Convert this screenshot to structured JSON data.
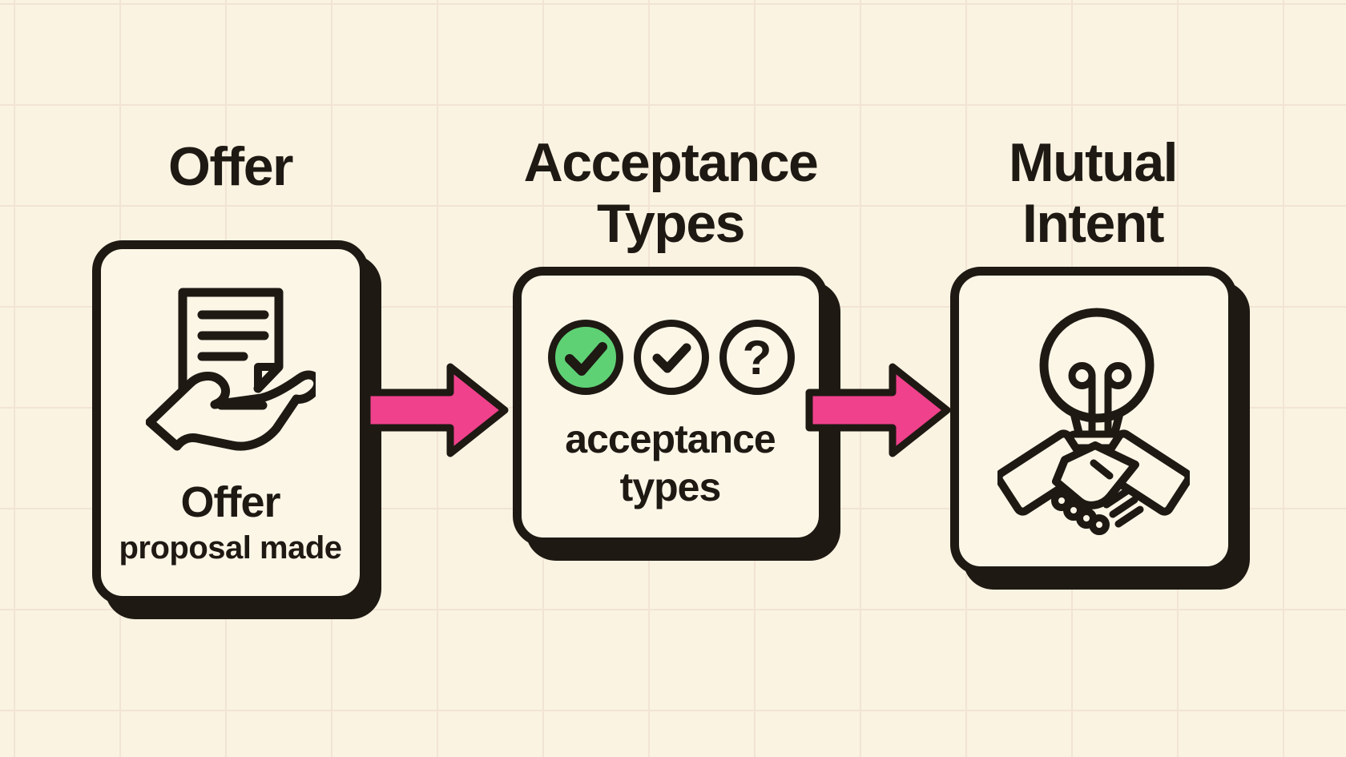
{
  "palette": {
    "background": "#FAF3E2",
    "grid_line": "#F2E4D4",
    "ink": "#1E1913",
    "card_fill": "#FCF6E7",
    "arrow_pink": "#F0418C",
    "check_green": "#5FD175"
  },
  "steps": [
    {
      "title_lines": [
        "Offer"
      ],
      "card": {
        "icon": "hand-holding-document",
        "label": "Offer",
        "sublabel": "proposal made"
      }
    },
    {
      "title_lines": [
        "Acceptance",
        "Types"
      ],
      "card": {
        "icons": [
          "check-circle-filled",
          "check-circle-outline",
          "question-circle-outline"
        ],
        "question_glyph": "?",
        "label_lines": [
          "acceptance",
          "types"
        ]
      }
    },
    {
      "title_lines": [
        "Mutual",
        "Intent"
      ],
      "card": {
        "icon": "lightbulb-handshake"
      }
    }
  ],
  "connectors": [
    {
      "type": "arrow-right"
    },
    {
      "type": "arrow-right"
    }
  ]
}
